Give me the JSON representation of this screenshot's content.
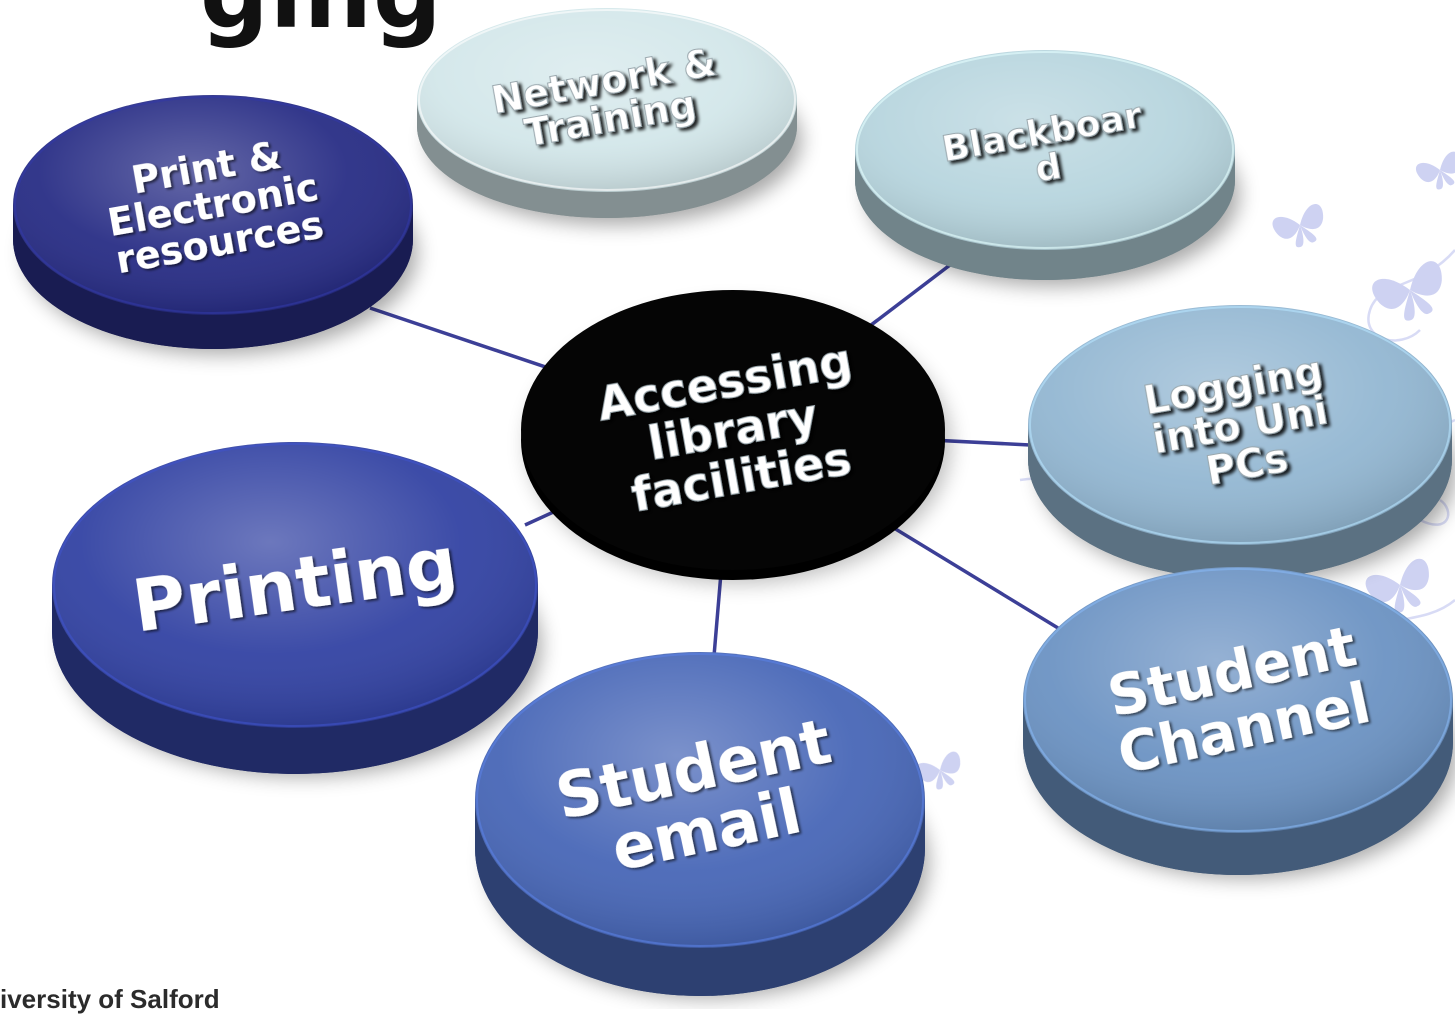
{
  "title_fragment": "ging",
  "footer": "iversity of Salford",
  "center": {
    "lines": [
      "Accessing",
      "library",
      "facilities"
    ],
    "color": "#050505"
  },
  "nodes": [
    {
      "id": "network-training",
      "lines": [
        "Network &",
        "Training"
      ],
      "color": "#d3e7ea"
    },
    {
      "id": "blackboard",
      "lines": [
        "Blackboar",
        "d"
      ],
      "color": "#b7d5de"
    },
    {
      "id": "print-electronic",
      "lines": [
        "Print &",
        "Electronic",
        "resources"
      ],
      "color": "#282d85"
    },
    {
      "id": "logging-into-uni-pcs",
      "lines": [
        "Logging",
        "into Uni",
        "PCs"
      ],
      "color": "#93b7d2"
    },
    {
      "id": "printing",
      "lines": [
        "Printing"
      ],
      "color": "#3343a3"
    },
    {
      "id": "student-channel",
      "lines": [
        "Student",
        "Channel"
      ],
      "color": "#6c93c3"
    },
    {
      "id": "student-email",
      "lines": [
        "Student",
        "email"
      ],
      "color": "#4867b7"
    }
  ],
  "colors": {
    "connector": "#3c3f97",
    "text_light": "#ffffff",
    "butterfly": "#c9cdf1"
  }
}
